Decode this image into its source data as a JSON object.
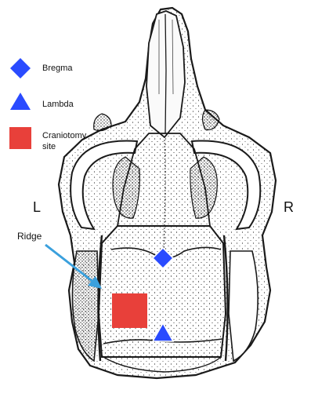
{
  "legend": {
    "bregma": {
      "label": "Bregma",
      "shape": "diamond",
      "color": "#2a4bff"
    },
    "lambda": {
      "label": "Lambda",
      "shape": "triangle",
      "color": "#2a4bff"
    },
    "craniotomy": {
      "label_line1": "Craniotomy",
      "label_line2": "site",
      "shape": "square",
      "color": "#e8403a"
    }
  },
  "orientation": {
    "left": "L",
    "right": "R"
  },
  "annotation": {
    "ridge": "Ridge",
    "arrow_color": "#3aa0dd"
  },
  "colors": {
    "bone_outline": "#1a1a1a",
    "marker_blue": "#2a4bff",
    "marker_red": "#e8403a"
  }
}
